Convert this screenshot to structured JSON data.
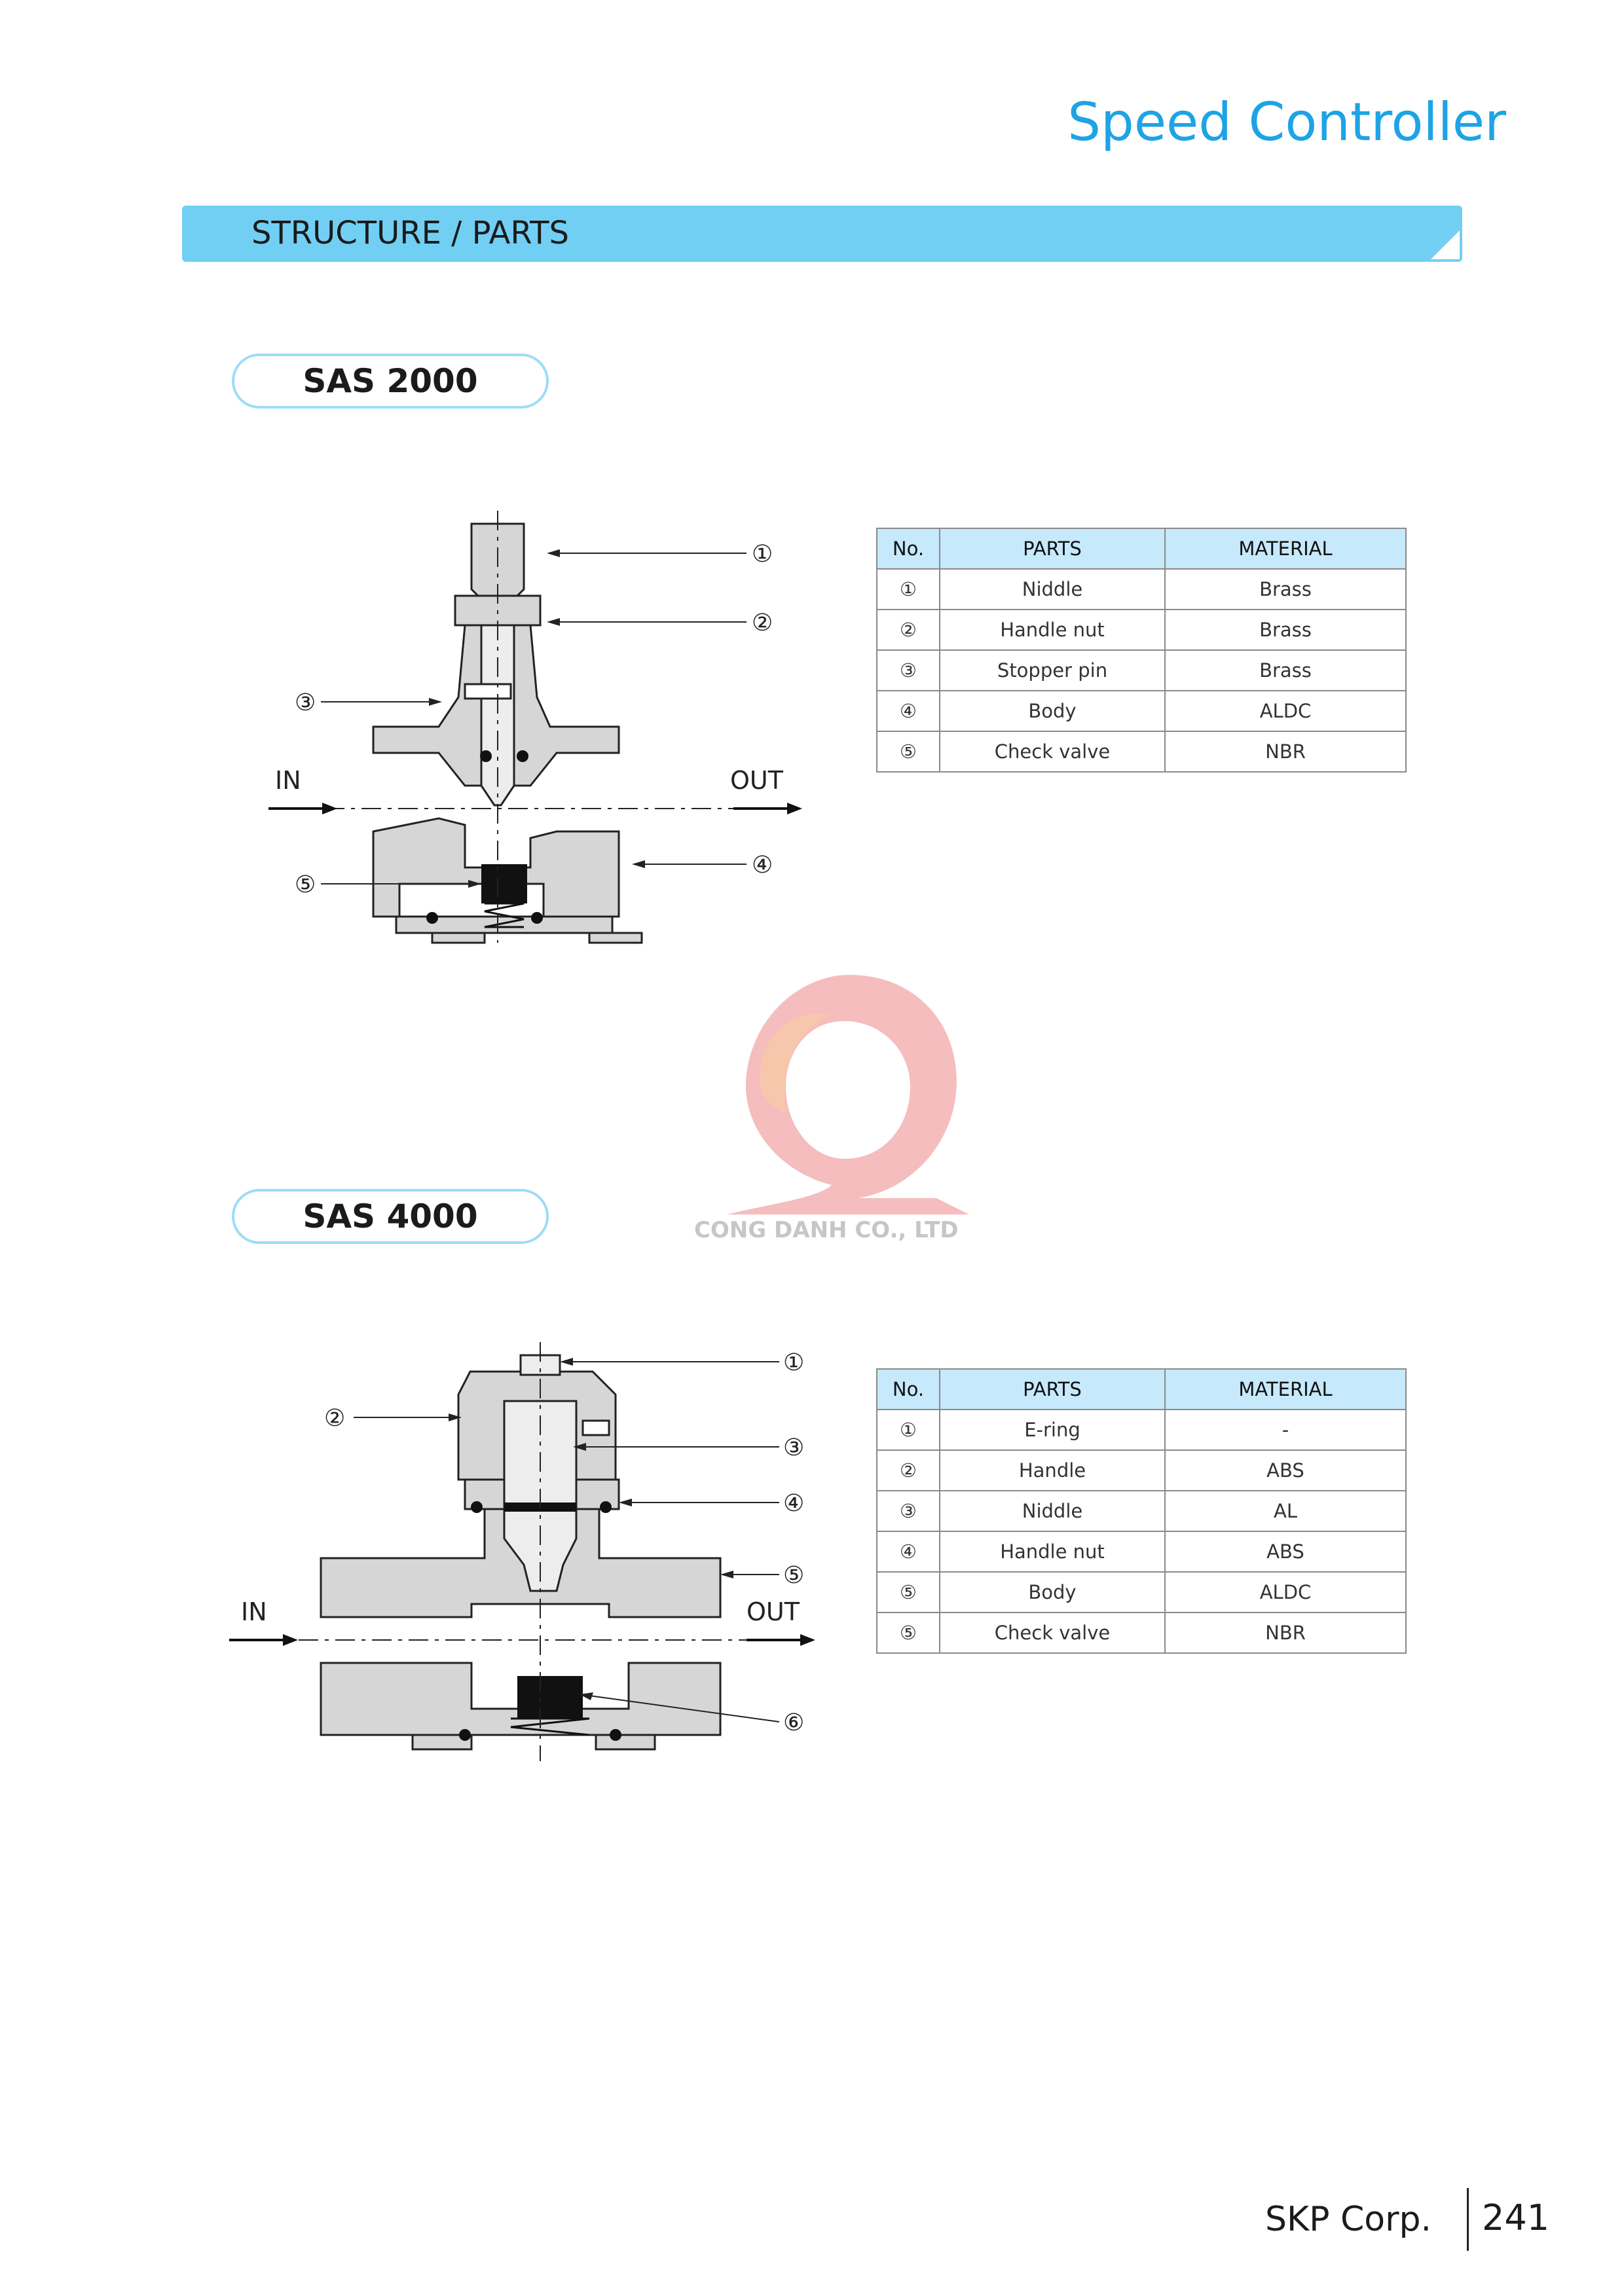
{
  "header": {
    "title": "Speed Controller"
  },
  "section": {
    "title": "STRUCTURE / PARTS"
  },
  "sas2000": {
    "model": "SAS 2000",
    "in_label": "IN",
    "out_label": "OUT",
    "callouts": [
      "①",
      "②",
      "③",
      "④",
      "⑤"
    ],
    "table": {
      "headers": [
        "No.",
        "PARTS",
        "MATERIAL"
      ],
      "rows": [
        [
          "①",
          "Niddle",
          "Brass"
        ],
        [
          "②",
          "Handle nut",
          "Brass"
        ],
        [
          "③",
          "Stopper pin",
          "Brass"
        ],
        [
          "④",
          "Body",
          "ALDC"
        ],
        [
          "⑤",
          "Check valve",
          "NBR"
        ]
      ]
    }
  },
  "sas4000": {
    "model": "SAS 4000",
    "in_label": "IN",
    "out_label": "OUT",
    "callouts": [
      "①",
      "②",
      "③",
      "④",
      "⑤",
      "⑥"
    ],
    "table": {
      "headers": [
        "No.",
        "PARTS",
        "MATERIAL"
      ],
      "rows": [
        [
          "①",
          "E-ring",
          "-"
        ],
        [
          "②",
          "Handle",
          "ABS"
        ],
        [
          "③",
          "Niddle",
          "AL"
        ],
        [
          "④",
          "Handle nut",
          "ABS"
        ],
        [
          "⑤",
          "Body",
          "ALDC"
        ],
        [
          "⑤",
          "Check valve",
          "NBR"
        ]
      ]
    }
  },
  "watermark": {
    "text": "CONG DANH CO., LTD"
  },
  "footer": {
    "company": "SKP Corp.",
    "page": "241"
  }
}
